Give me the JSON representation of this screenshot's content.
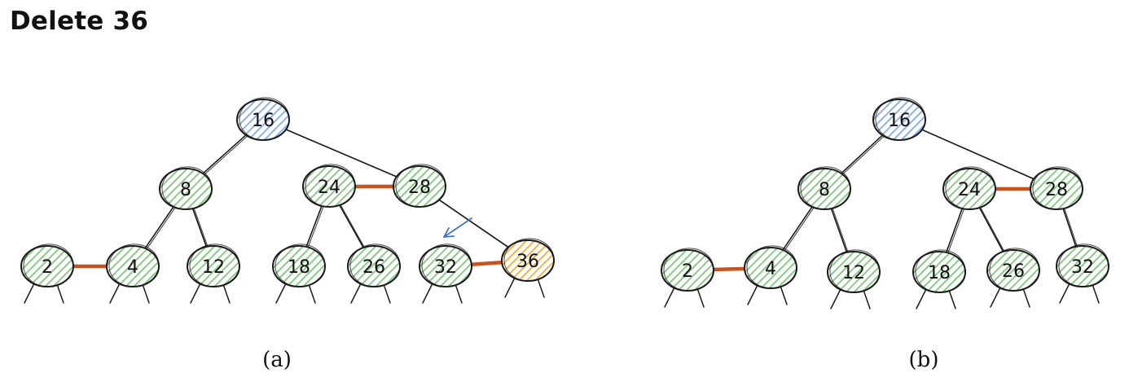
{
  "title": "Delete 36",
  "colors": {
    "node_default": "#8cc98a",
    "node_root": "#8fb3e6",
    "node_deleting": "#f0b550",
    "red_link": "#c8531d",
    "edge": "#1a1a1a",
    "arrow": "#4a72c0"
  },
  "panels": [
    {
      "caption": "(a)",
      "nodes": [
        {
          "id": "a16",
          "label": "16",
          "kind": "root"
        },
        {
          "id": "a8",
          "label": "8",
          "kind": "default"
        },
        {
          "id": "a24",
          "label": "24",
          "kind": "default"
        },
        {
          "id": "a28",
          "label": "28",
          "kind": "default"
        },
        {
          "id": "a2",
          "label": "2",
          "kind": "default"
        },
        {
          "id": "a4",
          "label": "4",
          "kind": "default"
        },
        {
          "id": "a12",
          "label": "12",
          "kind": "default"
        },
        {
          "id": "a18",
          "label": "18",
          "kind": "default"
        },
        {
          "id": "a26",
          "label": "26",
          "kind": "default"
        },
        {
          "id": "a32",
          "label": "32",
          "kind": "default"
        },
        {
          "id": "a36",
          "label": "36",
          "kind": "deleting"
        }
      ],
      "black_edges": [
        [
          "a16",
          "a8"
        ],
        [
          "a16",
          "a28"
        ],
        [
          "a8",
          "a4"
        ],
        [
          "a8",
          "a12"
        ],
        [
          "a24",
          "a18"
        ],
        [
          "a24",
          "a26"
        ],
        [
          "a28",
          "a36"
        ]
      ],
      "red_links": [
        [
          "a2",
          "a4"
        ],
        [
          "a24",
          "a28"
        ],
        [
          "a32",
          "a36"
        ]
      ],
      "null_leaves": [
        "a2",
        "a4",
        "a12",
        "a18",
        "a26",
        "a32",
        "a36"
      ],
      "pointer_arrow": "a32"
    },
    {
      "caption": "(b)",
      "nodes": [
        {
          "id": "b16",
          "label": "16",
          "kind": "root"
        },
        {
          "id": "b8",
          "label": "8",
          "kind": "default"
        },
        {
          "id": "b24",
          "label": "24",
          "kind": "default"
        },
        {
          "id": "b28",
          "label": "28",
          "kind": "default"
        },
        {
          "id": "b2",
          "label": "2",
          "kind": "default"
        },
        {
          "id": "b4",
          "label": "4",
          "kind": "default"
        },
        {
          "id": "b12",
          "label": "12",
          "kind": "default"
        },
        {
          "id": "b18",
          "label": "18",
          "kind": "default"
        },
        {
          "id": "b26",
          "label": "26",
          "kind": "default"
        },
        {
          "id": "b32",
          "label": "32",
          "kind": "default"
        }
      ],
      "black_edges": [
        [
          "b16",
          "b8"
        ],
        [
          "b16",
          "b28"
        ],
        [
          "b8",
          "b4"
        ],
        [
          "b8",
          "b12"
        ],
        [
          "b24",
          "b18"
        ],
        [
          "b24",
          "b26"
        ],
        [
          "b28",
          "b32"
        ]
      ],
      "red_links": [
        [
          "b2",
          "b4"
        ],
        [
          "b24",
          "b28"
        ]
      ],
      "null_leaves": [
        "b2",
        "b4",
        "b12",
        "b18",
        "b26",
        "b32"
      ]
    }
  ]
}
